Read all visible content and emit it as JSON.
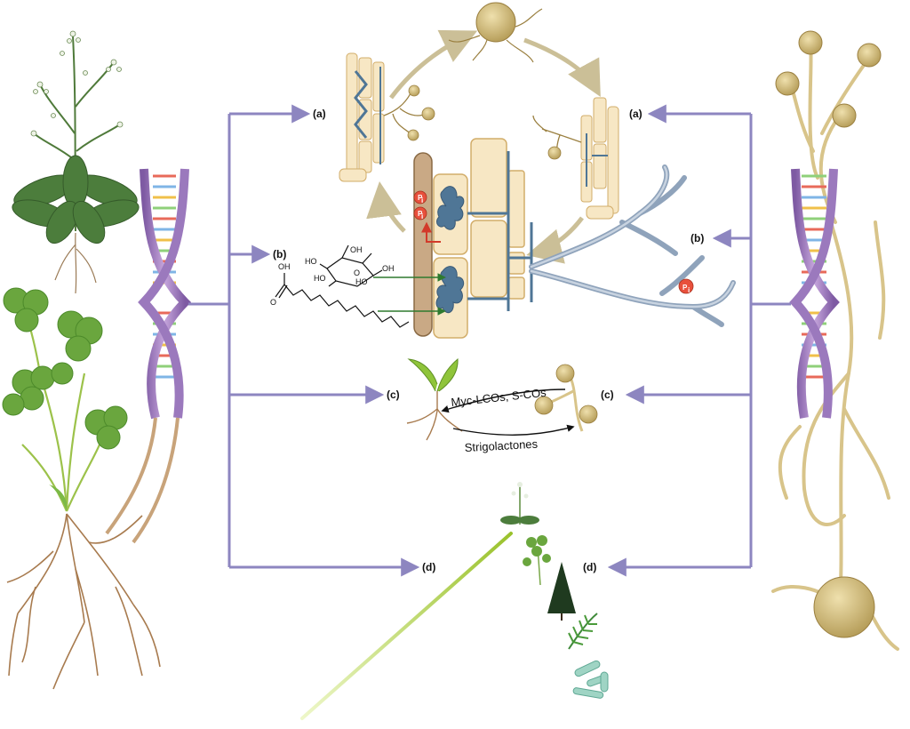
{
  "labels": {
    "a_left": "(a)",
    "a_right": "(a)",
    "b_left": "(b)",
    "b_right": "(b)",
    "c_left": "(c)",
    "c_right": "(c)",
    "d_left": "(d)",
    "d_right": "(d)"
  },
  "signals": {
    "fungal_to_plant": "Myc-LCOs, S-COs",
    "plant_to_fungal": "Strigolactones"
  },
  "chemistry": {
    "oh": "OH",
    "ho": "HO",
    "o": "O",
    "phosphate": "P",
    "phosphate_sub": "i"
  },
  "colors": {
    "arrow": "#8d86c0",
    "root": "#a87b4f",
    "fungus": "#d8c48a",
    "fungus_dark": "#9a7f3f",
    "hypha_blue": "#8fa3bb",
    "arbuscule": "#4f7696",
    "cell_fill": "#f7e7c4",
    "cell_edge": "#d2ad6a",
    "green_tree": "#a9cc3b",
    "phosphate_red": "#e8503c"
  }
}
